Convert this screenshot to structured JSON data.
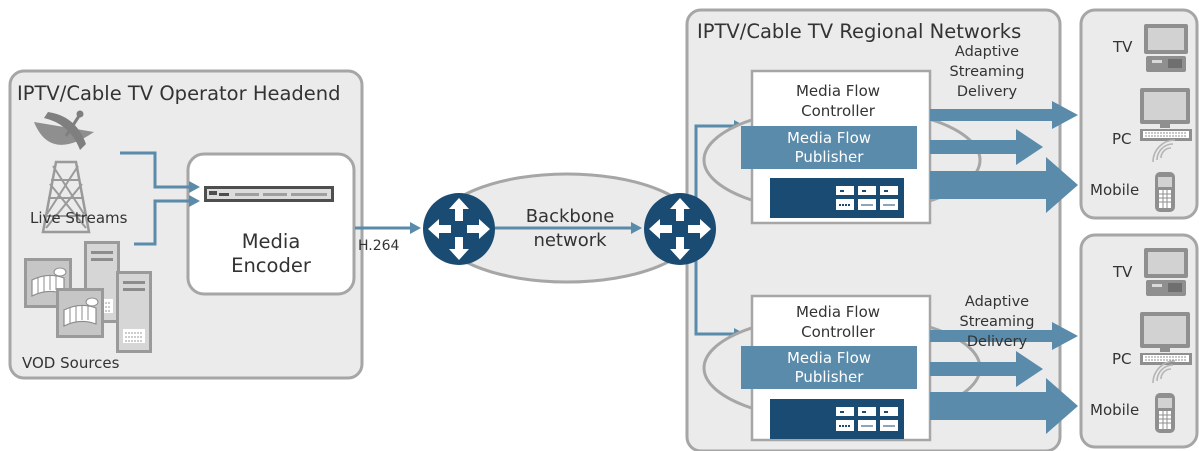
{
  "headend": {
    "title": "IPTV/Cable TV Operator Headend",
    "live_streams": "Live Streams",
    "vod_sources": "VOD Sources",
    "encoder_line1": "Media",
    "encoder_line2": "Encoder"
  },
  "link_label": "H.264",
  "backbone": {
    "line1": "Backbone",
    "line2": "network"
  },
  "regional": {
    "title": "IPTV/Cable TV Regional Networks"
  },
  "delivery": {
    "line1": "Adaptive",
    "line2": "Streaming",
    "line3": "Delivery"
  },
  "mfc": {
    "line1": "Media Flow",
    "line2": "Controller"
  },
  "mfp": {
    "line1": "Media Flow",
    "line2": "Publisher"
  },
  "devices": {
    "tv": "TV",
    "pc": "PC",
    "mobile": "Mobile"
  },
  "colors": {
    "navy": "#1a4b72",
    "steel": "#5a8bab",
    "panel": "#ebebeb",
    "border": "#a6a6a6",
    "gray_icon": "#9a9a9a"
  }
}
